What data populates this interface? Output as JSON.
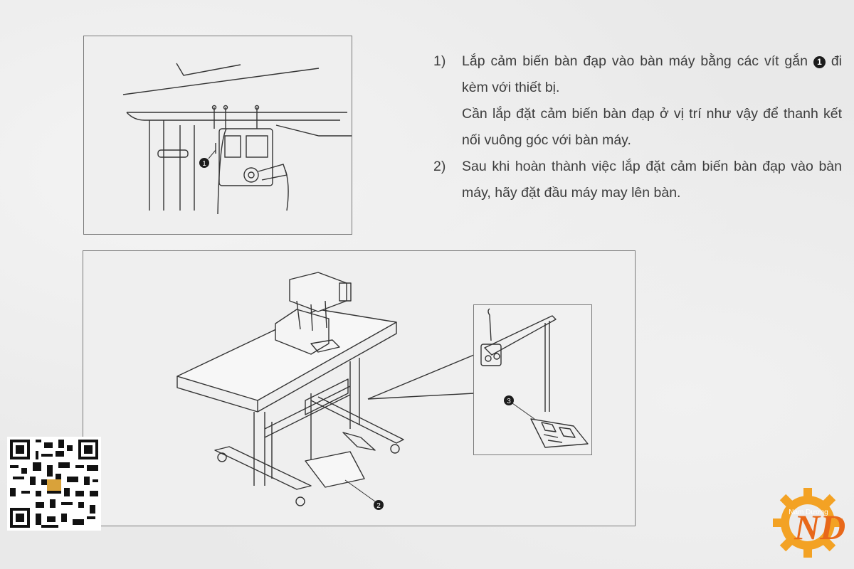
{
  "steps": [
    {
      "number": "1)",
      "text_a": "Lắp cảm biến bàn đạp vào bàn máy bằng các vít gắn",
      "callout": "1",
      "text_b": "đi kèm với thiết bị.",
      "note": "Cần lắp đặt cảm biến bàn đạp ở vị trí như vậy để thanh kết nối vuông góc với bàn máy."
    },
    {
      "number": "2)",
      "text": "Sau khi hoàn thành việc lắp đặt cảm biến bàn đạp vào bàn máy, hãy đặt đầu máy may lên bàn."
    }
  ],
  "figures": {
    "callout_1": "1",
    "callout_2": "2",
    "callout_3": "3"
  },
  "logo": {
    "letters": "ND",
    "brand_name": "Nam Dương",
    "primary_color": "#f3a224",
    "accent_color": "#e8681a"
  },
  "qr_icon": "qr-code-icon"
}
